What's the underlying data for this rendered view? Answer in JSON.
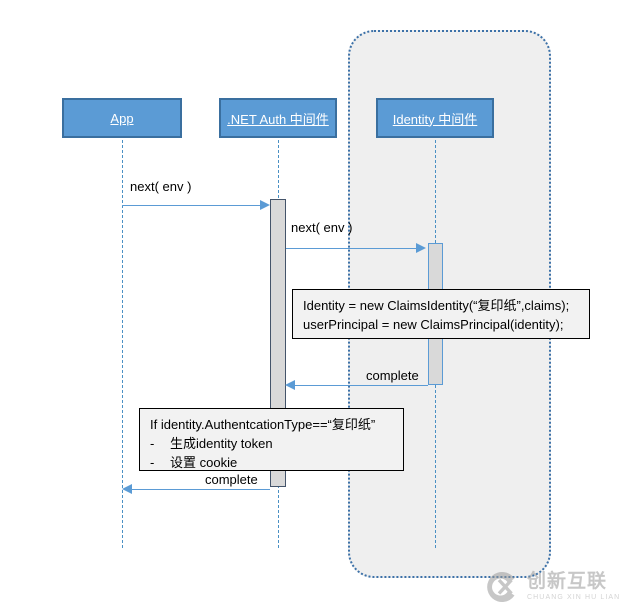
{
  "diagram": {
    "type": "sequence-diagram",
    "title": "",
    "background": "#ffffff",
    "colors": {
      "actor_fill": "#5b9bd5",
      "actor_border": "#3a6f9f",
      "actor_text": "#ffffff",
      "lifeline": "#4a90c4",
      "arrow": "#5b9bd5",
      "activation_fill": "#d9d9d9",
      "activation_border_dark": "#44546a",
      "activation_border_blue": "#5b9bd5",
      "region_fill": "#efefef",
      "region_border": "#3c71a8",
      "note_fill": "#f2f2f2",
      "note_border": "#000000"
    }
  },
  "actors": [
    {
      "id": "app",
      "label": "App"
    },
    {
      "id": "net_auth",
      "label": ".NET Auth 中间件"
    },
    {
      "id": "identity",
      "label": "Identity 中间件"
    }
  ],
  "region": {
    "name": "identity-scope",
    "style": "dotted-rounded"
  },
  "messages": [
    {
      "id": "msg-next-env-1",
      "label": "next( env )",
      "from": "app",
      "to": "net_auth",
      "direction": "right",
      "kind": "call"
    },
    {
      "id": "msg-next-env-2",
      "label": "next( env )",
      "from": "net_auth",
      "to": "identity",
      "direction": "right",
      "kind": "call"
    },
    {
      "id": "msg-complete-1",
      "label": "complete",
      "from": "identity",
      "to": "net_auth",
      "direction": "left",
      "kind": "return"
    },
    {
      "id": "msg-complete-2",
      "label": "complete",
      "from": "net_auth",
      "to": "app",
      "direction": "left",
      "kind": "return"
    }
  ],
  "notes": [
    {
      "id": "note-claims",
      "lines": [
        "Identity = new ClaimsIdentity(“复印纸”,claims);",
        "userPrincipal = new ClaimsPrincipal(identity);"
      ]
    },
    {
      "id": "note-token",
      "heading": "If identity.AuthentcationType==“复印纸”",
      "bullets": [
        {
          "dash": "-",
          "text": "生成identity token"
        },
        {
          "dash": "-",
          "text": "设置 cookie"
        }
      ]
    }
  ],
  "watermark": {
    "logo": "circled-x-logo",
    "chinese": "创新互联",
    "pinyin": "CHUANG XIN HU LIAN"
  }
}
